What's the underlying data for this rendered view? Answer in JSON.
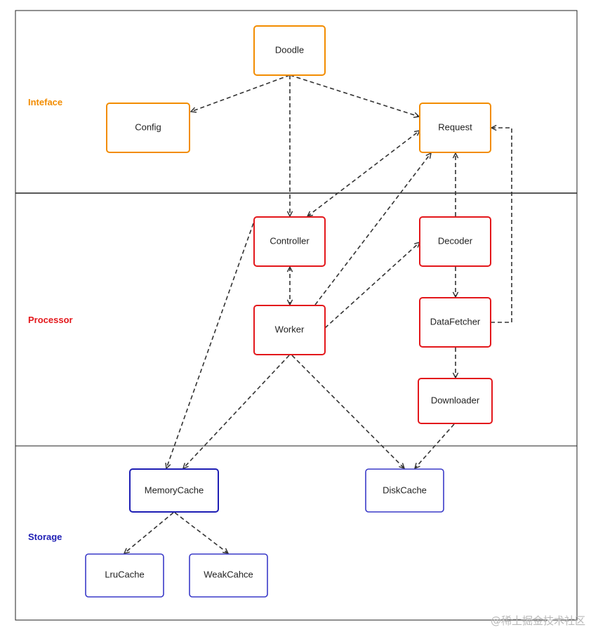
{
  "colors": {
    "interface": "#F28C00",
    "processor": "#E3171B",
    "storage": "#1E1EB4",
    "arrow": "#333333",
    "frame": "#222222"
  },
  "layers": {
    "interface": {
      "label": "Inteface"
    },
    "processor": {
      "label": "Processor"
    },
    "storage": {
      "label": "Storage"
    }
  },
  "nodes": {
    "doodle": "Doodle",
    "config": "Config",
    "request": "Request",
    "controller": "Controller",
    "decoder": "Decoder",
    "worker": "Worker",
    "datafetcher": "DataFetcher",
    "downloader": "Downloader",
    "memorycache": "MemoryCache",
    "diskcache": "DiskCache",
    "lrucache": "LruCache",
    "weakcache": "WeakCahce"
  },
  "edges": [
    {
      "from": "doodle",
      "to": "config"
    },
    {
      "from": "doodle",
      "to": "request"
    },
    {
      "from": "doodle",
      "to": "controller"
    },
    {
      "from": "controller",
      "to": "request",
      "bidirectional": true
    },
    {
      "from": "worker",
      "to": "request"
    },
    {
      "from": "controller",
      "to": "worker",
      "bidirectional": true
    },
    {
      "from": "worker",
      "to": "decoder"
    },
    {
      "from": "decoder",
      "to": "request"
    },
    {
      "from": "decoder",
      "to": "datafetcher"
    },
    {
      "from": "datafetcher",
      "to": "request"
    },
    {
      "from": "datafetcher",
      "to": "downloader"
    },
    {
      "from": "controller",
      "to": "memorycache"
    },
    {
      "from": "worker",
      "to": "memorycache"
    },
    {
      "from": "worker",
      "to": "diskcache"
    },
    {
      "from": "downloader",
      "to": "diskcache"
    },
    {
      "from": "memorycache",
      "to": "lrucache"
    },
    {
      "from": "memorycache",
      "to": "weakcache"
    }
  ],
  "watermark": "@稀土掘金技术社区"
}
